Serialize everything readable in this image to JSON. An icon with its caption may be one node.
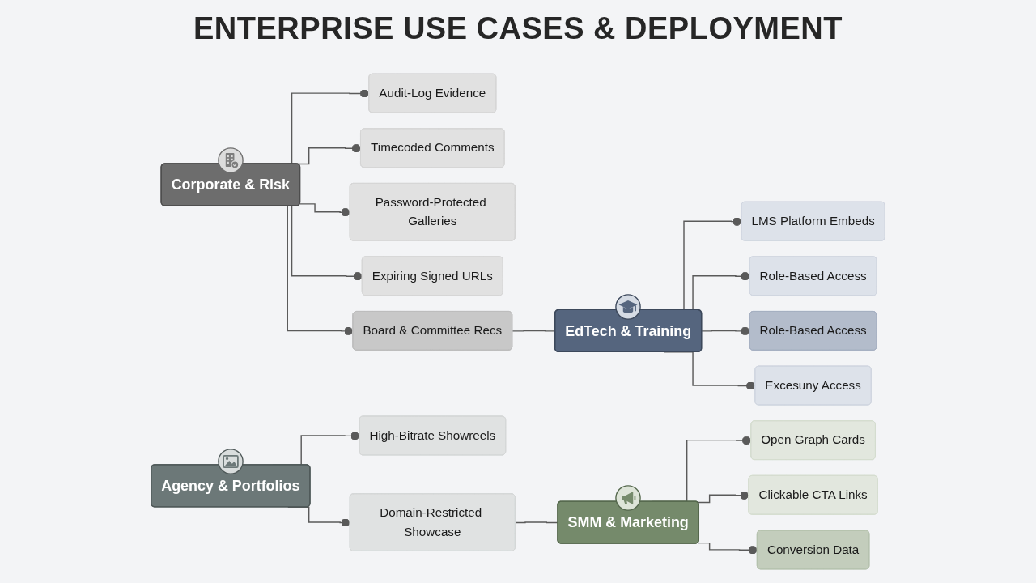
{
  "diagram": {
    "title": "ENTERPRISE USE CASES & DEPLOYMENT",
    "nodes": [
      {
        "text": [
          "Corporate & Risk"
        ]
      },
      {
        "text": [
          "Audit-Log Evidence"
        ]
      },
      {
        "text": [
          "Timecoded Comments"
        ]
      },
      {
        "text": [
          "Password-Protected Galleries"
        ]
      },
      {
        "text": [
          "Expiring Signed URLs"
        ]
      },
      {
        "text": [
          "Board & Committee Recs"
        ]
      },
      {
        "text": [
          "EdTech & Training"
        ]
      },
      {
        "text": [
          "LMS Platform Embeds"
        ]
      },
      {
        "text": [
          "Role-Based Access"
        ]
      },
      {
        "text": [
          "Role-Based Access"
        ]
      },
      {
        "text": [
          "Excesuny Access"
        ]
      },
      {
        "text": [
          "Agency & Portfolios"
        ]
      },
      {
        "text": [
          "High-Bitrate Showreels"
        ]
      },
      {
        "text": [
          "Domain-Restricted Showcase"
        ]
      },
      {
        "text": [
          "SMM & Marketing"
        ]
      },
      {
        "text": [
          "Open Graph Cards"
        ]
      },
      {
        "text": [
          "Clickable CTA Links"
        ]
      },
      {
        "text": [
          "Conversion Data"
        ]
      }
    ],
    "edges": [
      {
        "from": 0,
        "to": 1,
        "arrow": "other"
      },
      {
        "from": 0,
        "to": 2,
        "arrow": "other"
      },
      {
        "from": 0,
        "to": 3,
        "arrow": "other"
      },
      {
        "from": 0,
        "to": 4,
        "arrow": "other"
      },
      {
        "from": 0,
        "to": 5,
        "arrow": "other"
      },
      {
        "from": 5,
        "to": 6,
        "arrow": "none"
      },
      {
        "from": 6,
        "to": 7,
        "arrow": "other"
      },
      {
        "from": 6,
        "to": 8,
        "arrow": "other"
      },
      {
        "from": 6,
        "to": 9,
        "arrow": "other"
      },
      {
        "from": 6,
        "to": 10,
        "arrow": "other"
      },
      {
        "from": 11,
        "to": 12,
        "arrow": "other"
      },
      {
        "from": 11,
        "to": 13,
        "arrow": "other"
      },
      {
        "from": 13,
        "to": 14,
        "arrow": "none"
      },
      {
        "from": 14,
        "to": 15,
        "arrow": "other"
      },
      {
        "from": 14,
        "to": 16,
        "arrow": "other"
      },
      {
        "from": 14,
        "to": 17,
        "arrow": "other"
      }
    ]
  }
}
